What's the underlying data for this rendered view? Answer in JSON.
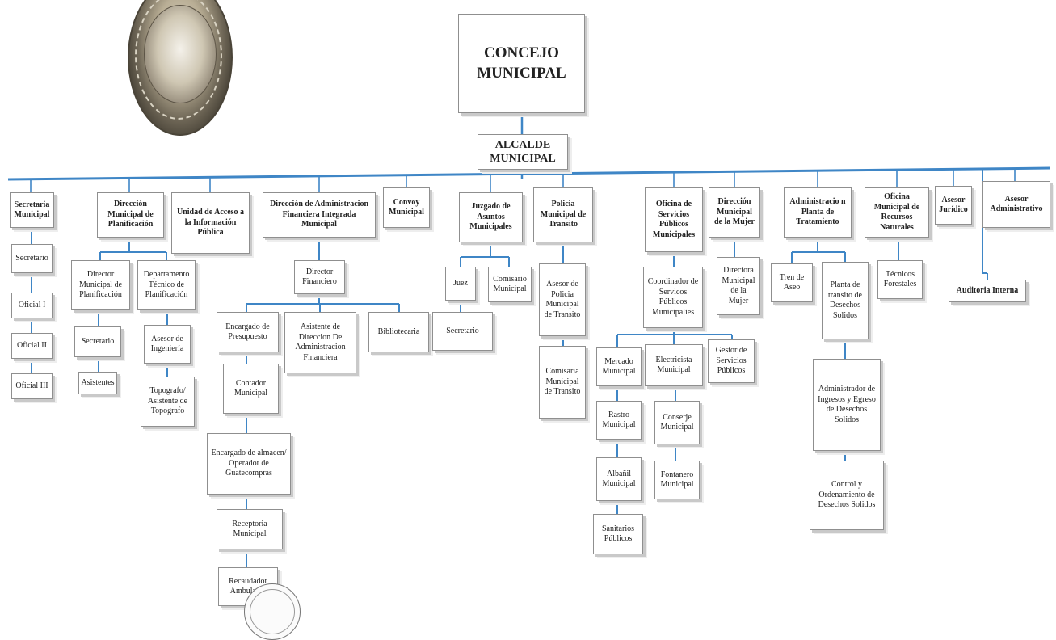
{
  "colors": {
    "connector": "#3f86c6",
    "border": "#8f8f8f",
    "shadow": "#c9c9c9"
  },
  "emblem": {
    "name": "municipal-seal-icon"
  },
  "stamp": {
    "name": "stamp-seal-icon"
  },
  "nodes": {
    "concejo": "CONCEJO MUNICIPAL",
    "alcalde": "ALCALDE MUNICIPAL",
    "secretaria": "Secretaria Municipal",
    "secretario_sm": "Secretario",
    "oficial_i": "Oficial I",
    "oficial_ii": "Oficial II",
    "oficial_iii": "Oficial III",
    "dmp": "Dirección Municipal de Planificación",
    "director_mp": "Director Municipal de Planificación",
    "secretario_dmp": "Secretario",
    "asistentes": "Asistentes",
    "depto_tecnico": "Departamento Técnico de Planificación",
    "asesor_ingenieria": "Asesor de Ingeniería",
    "topografo": "Topografo/ Asistente de Topografo",
    "uaip": "Unidad de Acceso a la Información Pública",
    "dafim": "Dirección de Administracion Financiera Integrada Municipal",
    "director_fin": "Director Financiero",
    "encargado_presupuesto": "Encargado de Presupuesto",
    "contador": "Contador Municipal",
    "encargado_almacen": "Encargado de almacen/ Operador de Guatecompras",
    "receptoria": "Receptoria Municipal",
    "recaudador": "Recaudador Ambulante",
    "asistente_dir": "Asistente de Direccion De Administracion Financiera",
    "bibliotecaria": "Bibliotecaria",
    "convoy": "Convoy Municipal",
    "juzgado": "Juzgado de Asuntos Municipales",
    "juez": "Juez",
    "comisario_mun": "Comisario Municipal",
    "secretario_jz": "Secretario",
    "policia": "Policia Municipal de Transito",
    "asesor_policia": "Asesor de Policia Municipal de Transito",
    "comisaria_transito": "Comisaria Municipal de Transito",
    "ofsp": "Oficina de Servicios Públicos Municipales",
    "coordinador_sp": "Coordinador de Servicos Públicos Municipalies",
    "mercado": "Mercado Municipal",
    "rastro": "Rastro Municipal",
    "albanil": "Albañil Municipal",
    "sanitarios": "Sanitarios Públicos",
    "electricista": "Electricista Municipal",
    "conserje": "Conserje Municipal",
    "fontanero": "Fontanero Municipal",
    "gestor_sp": "Gestor de Servicios Públicos",
    "dmm": "Dirección Municipal de la Mujer",
    "directora_mm": "Directora Municipal de la Mujer",
    "admin_planta": "Administracio n Planta de Tratamiento",
    "tren_aseo": "Tren de Aseo",
    "planta_transito": "Planta de transito de Desechos Solidos",
    "admin_ingresos": "Administrador de Ingresos y Egreso de Desechos Solidos",
    "control_desechos": "Control y Ordenamiento de Desechos Solidos",
    "ommrn": "Oficina Municipal de Recursos Naturales",
    "tecnicos_forestales": "Técnicos Forestales",
    "asesor_juridico": "Asesor Jurídico",
    "asesor_admin": "Asesor Administrativo",
    "auditoria": "Auditoria Interna"
  }
}
